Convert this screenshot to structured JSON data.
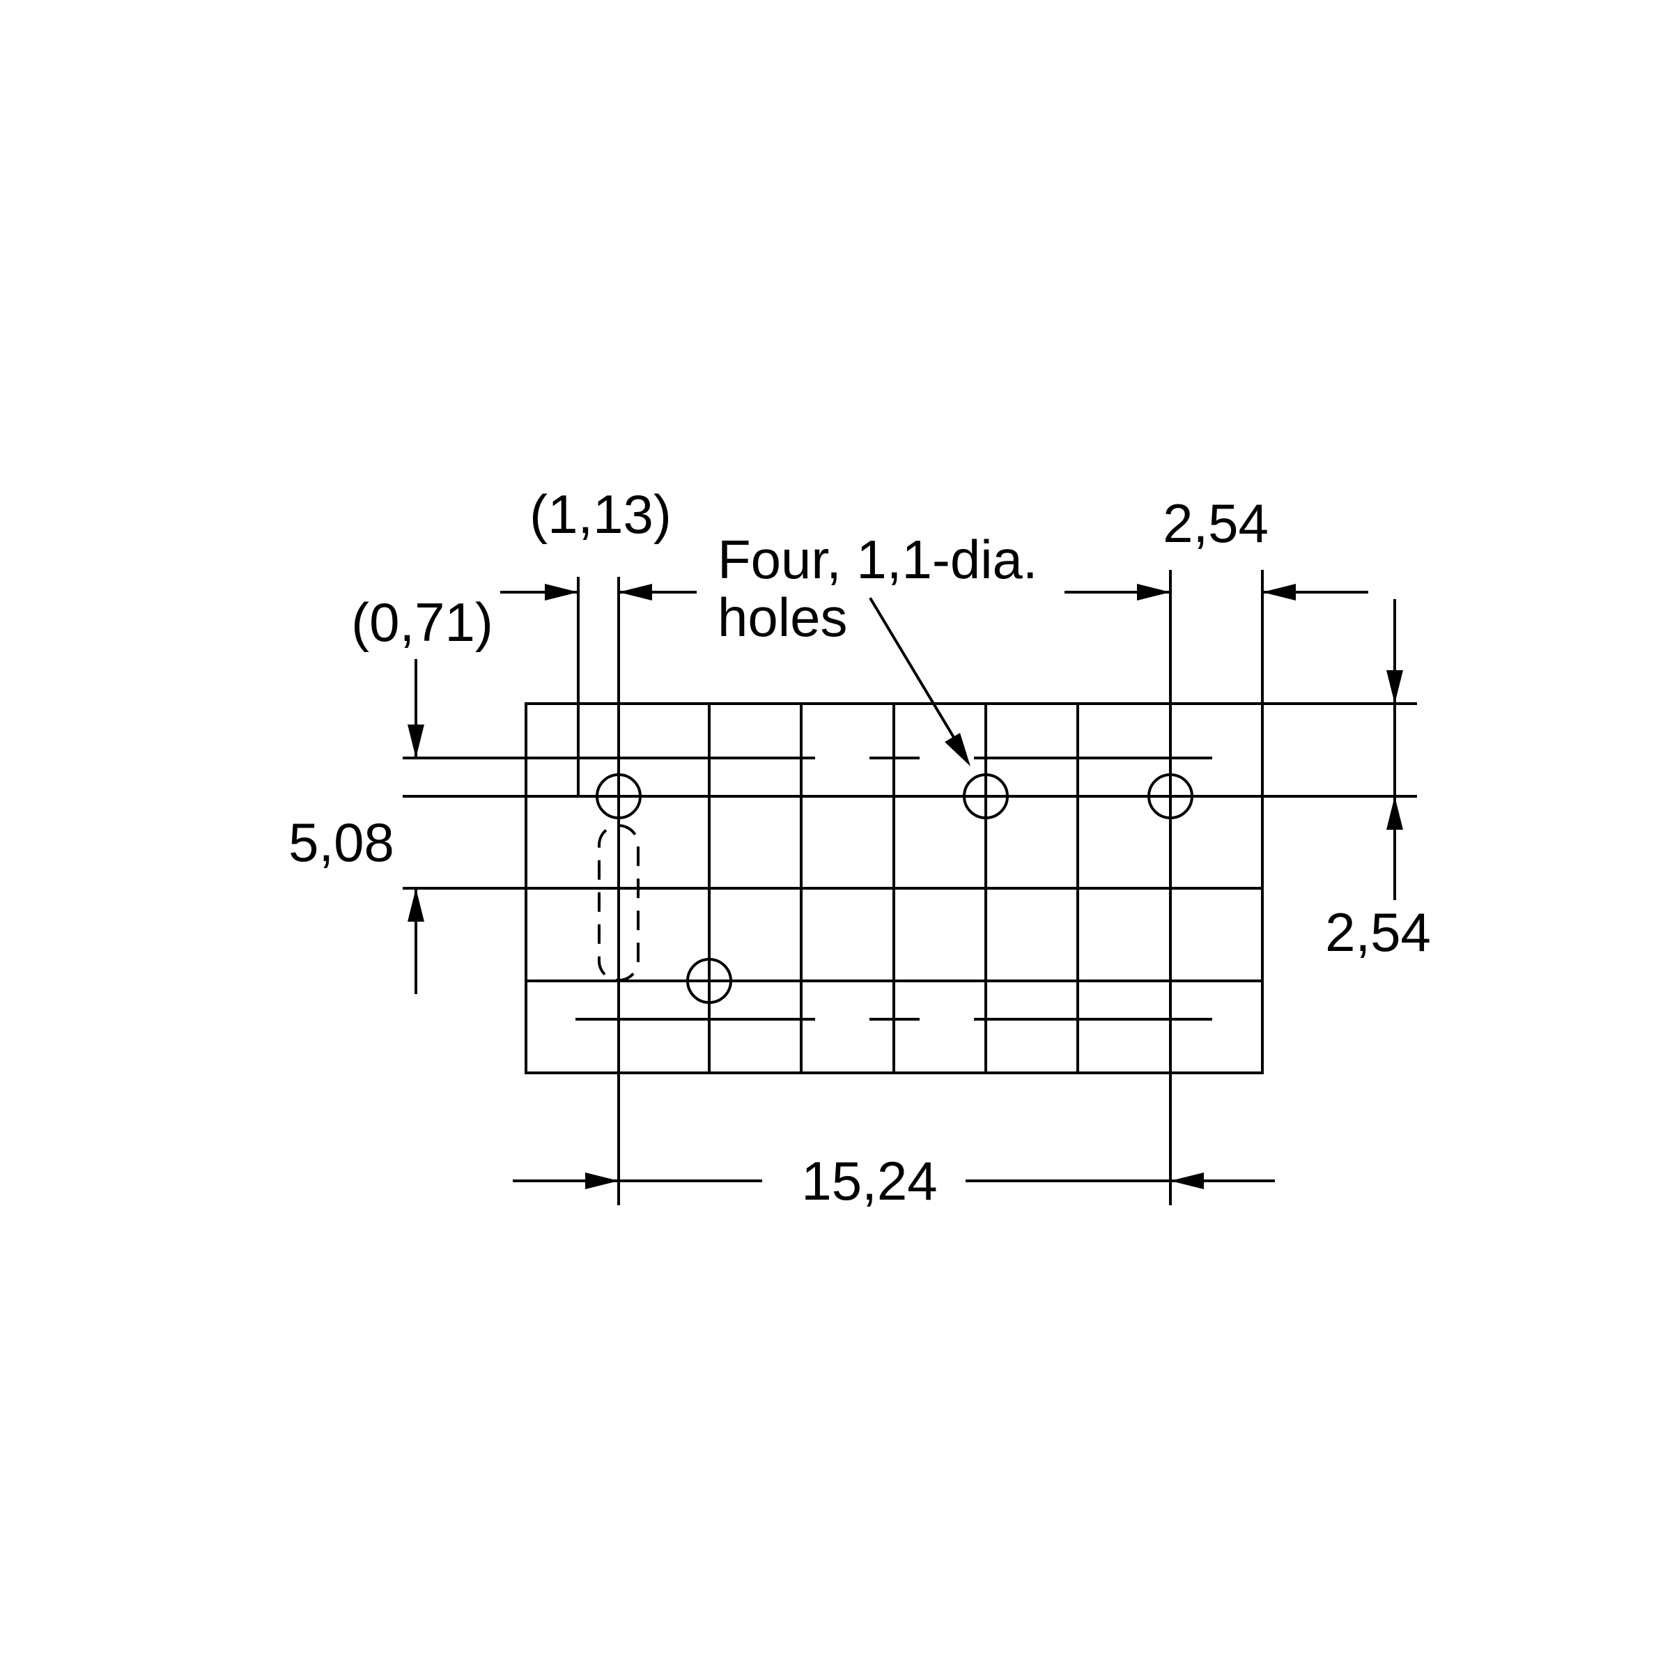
{
  "labels": {
    "pitch_top": "2,54",
    "offset_113": "(1,13)",
    "offset_071": "(0,71)",
    "height_508": "5,08",
    "pitch_side": "2,54",
    "span_1524": "15,24",
    "holes_note_line1": "Four, 1,1-dia.",
    "holes_note_line2": "holes"
  },
  "colors": {
    "ink": "#000000",
    "background": "#ffffff"
  }
}
